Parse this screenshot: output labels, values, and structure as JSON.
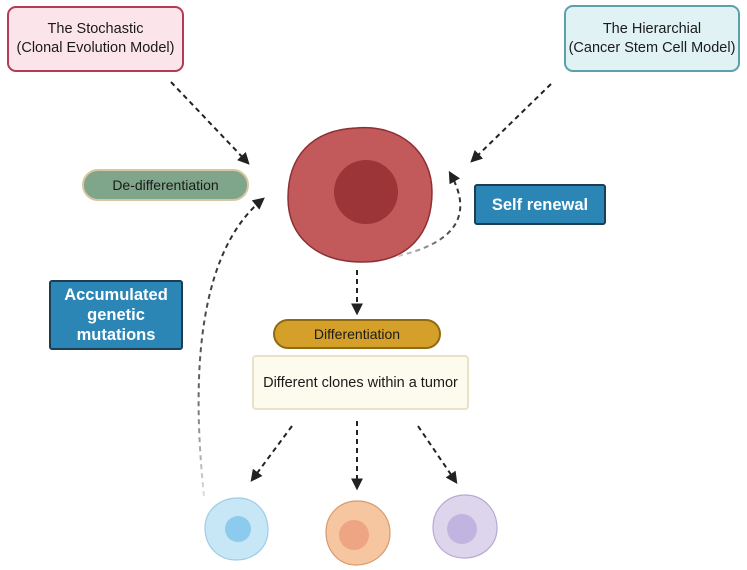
{
  "models": {
    "stochastic": [
      "The Stochastic",
      "(Clonal Evolution Model)"
    ],
    "hierarchial": [
      "The Hierarchial",
      "(Cancer Stem Cell Model)"
    ]
  },
  "labels": {
    "de_differentiation": "De-differentiation",
    "self_renewal": "Self renewal",
    "accumulated_mutations": [
      "Accumulated",
      "genetic",
      "mutations"
    ],
    "differentiation": "Differentiation",
    "clones": "Different clones within a tumor"
  },
  "colors": {
    "stem_cell_body": "#c25a5c",
    "stem_cell_nucleus": "#9c3538",
    "clone_blue": "#c7e6f6",
    "clone_orange": "#f5c6a0",
    "clone_purple": "#ddd5ec",
    "self_renewal_box": "#2b85b5",
    "de_differentiation_pill": "#7fa58a",
    "differentiation_pill": "#d4a02a"
  }
}
